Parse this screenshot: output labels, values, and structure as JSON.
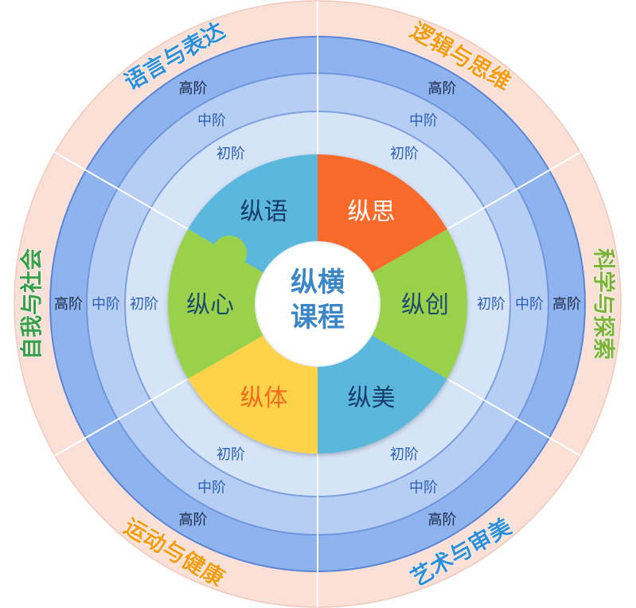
{
  "center": {
    "line1": "纵横",
    "line2": "课程",
    "color": "#3a86c8"
  },
  "levels": {
    "low": "初阶",
    "mid": "中阶",
    "high": "高阶"
  },
  "pieces": [
    {
      "label": "纵语",
      "color": "#5bb7dc",
      "text_color": "#163e6b"
    },
    {
      "label": "纵思",
      "color": "#fa6a2a",
      "text_color": "#ffffff"
    },
    {
      "label": "纵创",
      "color": "#9ad14c",
      "text_color": "#1c4c6e"
    },
    {
      "label": "纵美",
      "color": "#5bb7dc",
      "text_color": "#163e6b"
    },
    {
      "label": "纵体",
      "color": "#ffd349",
      "text_color": "#f26a1b"
    },
    {
      "label": "纵心",
      "color": "#9ad14c",
      "text_color": "#1c4c6e"
    }
  ],
  "domains": [
    {
      "label": "语言与表达",
      "color": "#2f8fd6"
    },
    {
      "label": "逻辑与思维",
      "color": "#f59b15"
    },
    {
      "label": "科学与探索",
      "color": "#7ab53a"
    },
    {
      "label": "艺术与审美",
      "color": "#2f8fd6"
    },
    {
      "label": "运动与健康",
      "color": "#f59b15"
    },
    {
      "label": "自我与社会",
      "color": "#36a04b"
    }
  ]
}
